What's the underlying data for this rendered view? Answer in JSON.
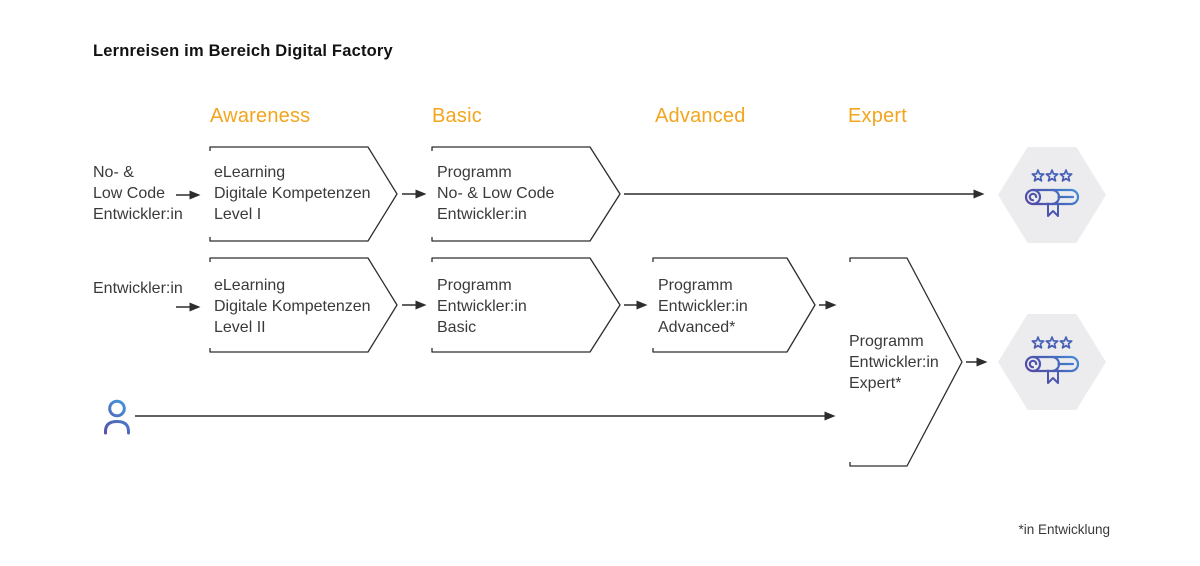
{
  "title": "Lernreisen im Bereich Digital Factory",
  "column_headers": {
    "awareness": "Awareness",
    "basic": "Basic",
    "advanced": "Advanced",
    "expert": "Expert"
  },
  "journey_no_low_code": {
    "entry_lines": [
      "No- &",
      "Low Code",
      "Entwickler:in"
    ],
    "awareness_stage_lines": [
      "eLearning",
      "Digitale Kompetenzen",
      "Level I"
    ],
    "basic_stage_lines": [
      "Programm",
      "No- & Low Code",
      "Entwickler:in"
    ]
  },
  "journey_entwickler": {
    "entry_label": "Entwickler:in",
    "awareness_stage_lines": [
      "eLearning",
      "Digitale Kompetenzen",
      "Level II"
    ],
    "basic_stage_lines": [
      "Programm",
      "Entwickler:in",
      "Basic"
    ],
    "advanced_stage_lines": [
      "Programm",
      "Entwickler:in",
      "Advanced*"
    ]
  },
  "expert_stage_lines": [
    "Programm",
    "Entwickler:in",
    "Expert*"
  ],
  "footnote": "*in Entwicklung",
  "icons": {
    "badge": "certificate-scroll-with-three-stars-icon",
    "person": "person-icon"
  },
  "colors": {
    "accent_orange": "#F2A51D",
    "text_gray": "#3A3A3A",
    "line_dark": "#2D2D2D",
    "hexagon_fill": "#ECECEE",
    "icon_gradient_start": "#5A3D9C",
    "icon_gradient_mid": "#4763B8",
    "icon_gradient_end": "#3FA6EC"
  }
}
